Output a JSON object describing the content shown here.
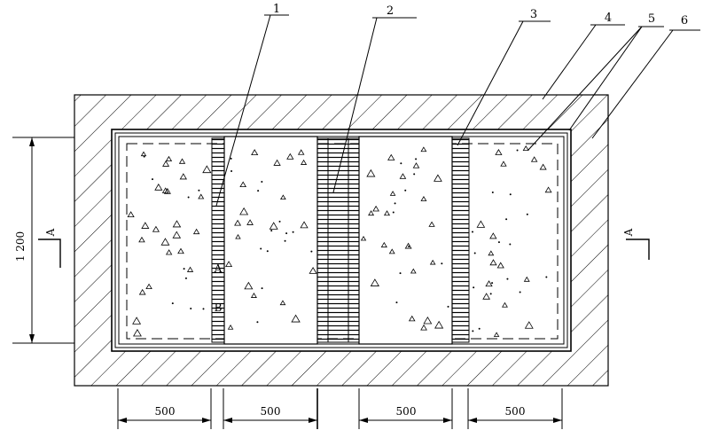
{
  "callouts": {
    "c1": "1",
    "c2": "2",
    "c3": "3",
    "c4": "4",
    "c5": "5",
    "c6": "6"
  },
  "section_marks": {
    "left": "A",
    "right": "A"
  },
  "point_labels": {
    "a": "A",
    "b": "B"
  },
  "dimensions": {
    "height": "1 200",
    "w1": "500",
    "w2": "500",
    "w3": "500",
    "w4": "500"
  }
}
